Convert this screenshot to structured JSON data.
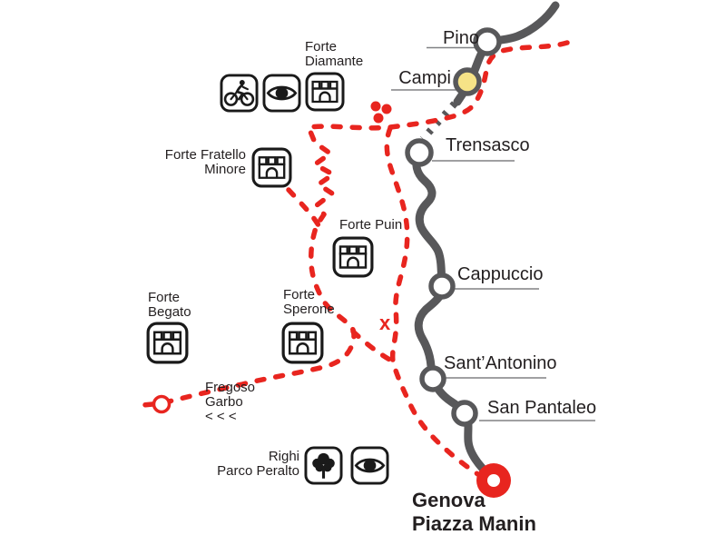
{
  "map": {
    "stations": [
      {
        "name": "Pino"
      },
      {
        "name": "Campi"
      },
      {
        "name": "Trensasco"
      },
      {
        "name": "Cappuccio"
      },
      {
        "name": "Sant’Antonino"
      },
      {
        "name": "San Pantaleo"
      }
    ],
    "terminus": {
      "line1": "Genova",
      "line2": "Piazza Manin"
    },
    "forts": {
      "diamante": {
        "line1": "Forte",
        "line2": "Diamante"
      },
      "fratello_minore": {
        "line1": "Forte Fratello",
        "line2": "Minore"
      },
      "puin": {
        "line1": "Forte Puin"
      },
      "begato": {
        "line1": "Forte",
        "line2": "Begato"
      },
      "sperone": {
        "line1": "Forte",
        "line2": "Sperone"
      }
    },
    "annotations": {
      "fregoso": {
        "line1": "Fregoso",
        "line2": "Garbo",
        "line3": "< < <"
      },
      "righi": {
        "line1": "Righi",
        "line2": "Parco Peralto"
      },
      "x_marker": "x"
    },
    "icons": {
      "castle": "castle-icon",
      "bike": "bicycle-icon",
      "viewpoint": "eye-icon",
      "park": "tree-icon"
    },
    "colors": {
      "trail_red": "#e8251f",
      "railway_gray": "#58585a",
      "campi_fill": "#f6e387",
      "station_fill": "#ffffff",
      "underline_gray": "#808184",
      "text_black": "#231f20"
    }
  }
}
